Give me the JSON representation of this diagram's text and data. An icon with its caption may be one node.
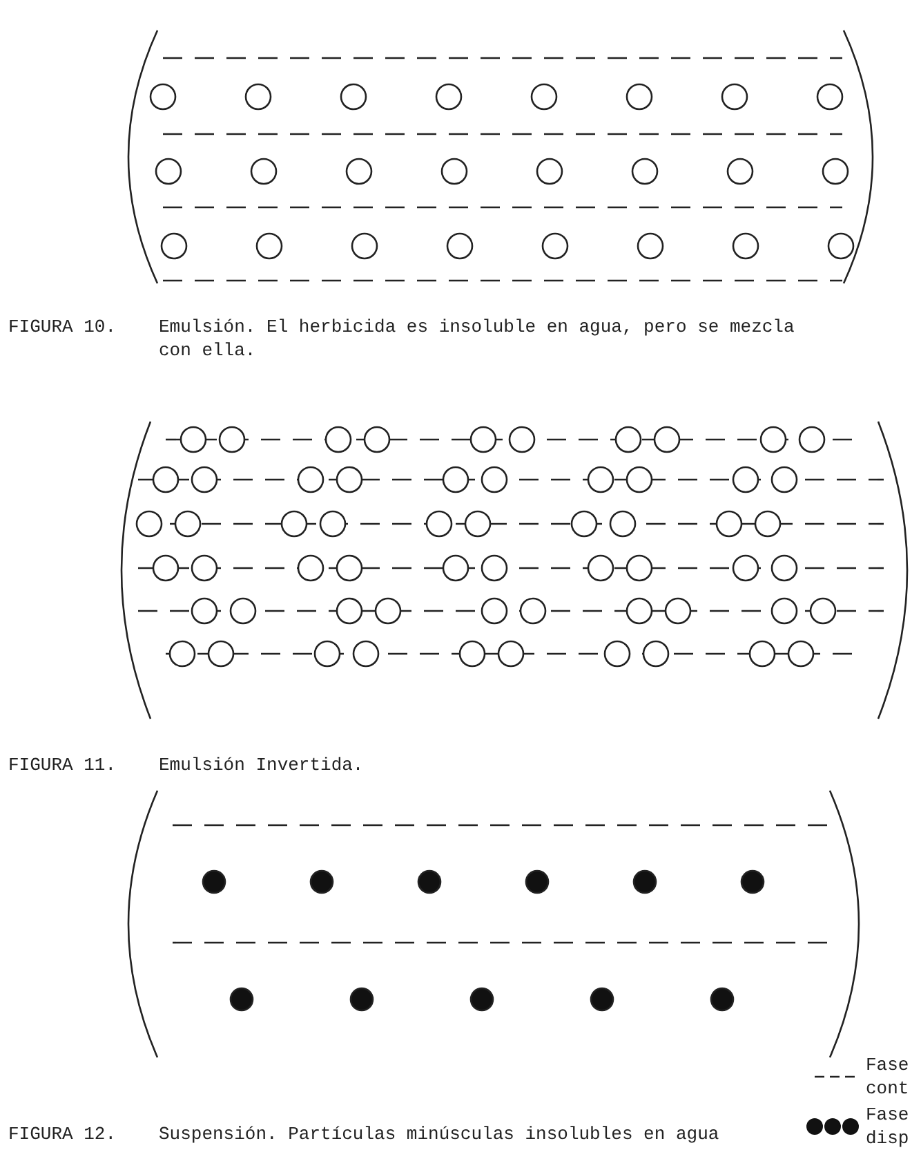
{
  "diagram": {
    "labels": [
      "FIGURA 10.",
      "Emulsión. El herbicida es insoluble en agua, pero se mezcla con ella.",
      "FIGURA 11.",
      "Emulsión Invertida.",
      "FIGURA 12.",
      "Suspensión. Partículas minúsculas insolubles en agua"
    ],
    "legend": [
      {
        "text": "Fase cont"
      },
      {
        "text": "Fase disp"
      }
    ]
  }
}
